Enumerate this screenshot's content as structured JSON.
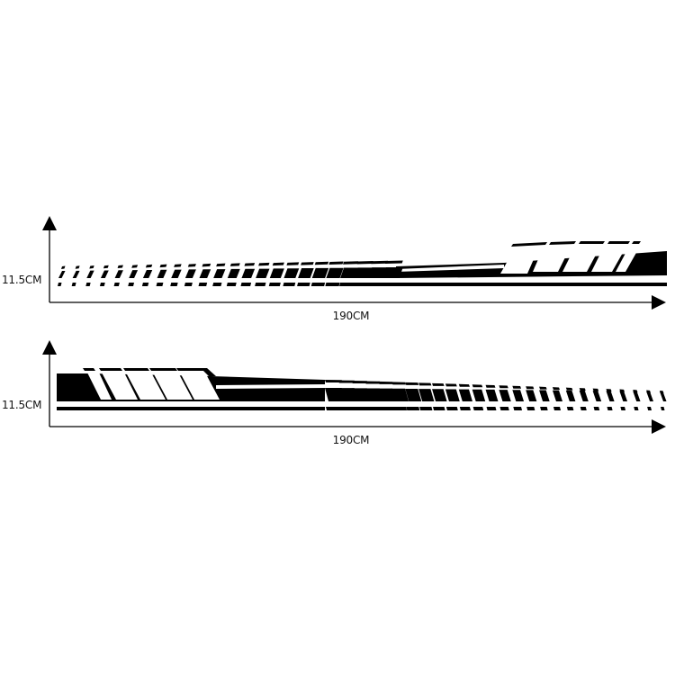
{
  "colors": {
    "ink": "#000000",
    "background": "#ffffff"
  },
  "decals": [
    {
      "id": "top",
      "orientation": "stripes-right",
      "height_label": "11.5CM",
      "width_label": "190CM"
    },
    {
      "id": "bottom",
      "orientation": "stripes-left",
      "height_label": "11.5CM",
      "width_label": "190CM"
    }
  ],
  "icons": {
    "up_arrow": "arrow-up-icon",
    "right_arrow": "arrow-right-icon"
  }
}
